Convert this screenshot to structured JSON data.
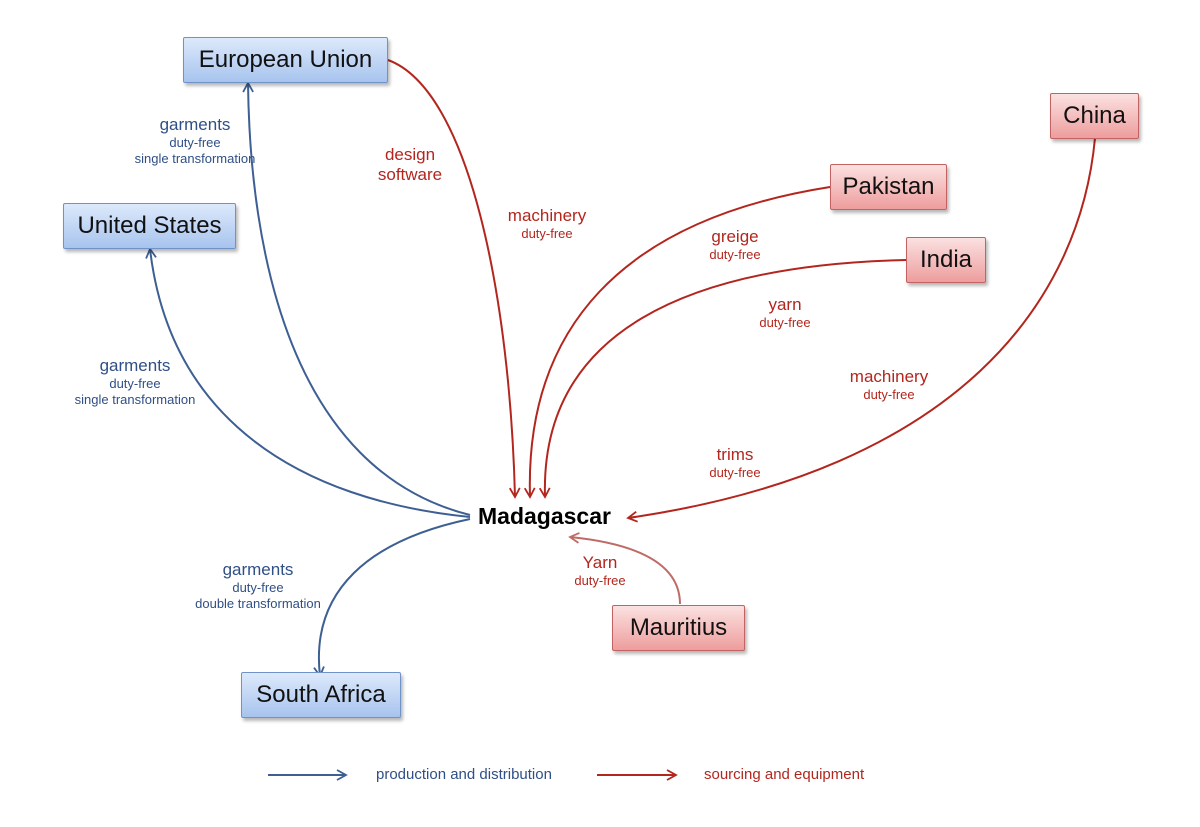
{
  "hub": "Madagascar",
  "destinations": {
    "eu": "European Union",
    "us": "United States",
    "za": "South Africa"
  },
  "sources": {
    "china": "China",
    "pakistan": "Pakistan",
    "india": "India",
    "mauritius": "Mauritius"
  },
  "flows": {
    "to_eu": {
      "product": "garments",
      "terms": "duty-free",
      "rule": "single transformation"
    },
    "to_us": {
      "product": "garments",
      "terms": "duty-free",
      "rule": "single transformation"
    },
    "to_za": {
      "product": "garments",
      "terms": "duty-free",
      "rule": "double transformation"
    },
    "from_eu_design": {
      "product": "design",
      "product2": "software"
    },
    "from_eu_machinery": {
      "product": "machinery",
      "terms": "duty-free"
    },
    "from_pakistan": {
      "product": "greige",
      "terms": "duty-free"
    },
    "from_india": {
      "product": "yarn",
      "terms": "duty-free"
    },
    "from_china_machinery": {
      "product": "machinery",
      "terms": "duty-free"
    },
    "from_china_trims": {
      "product": "trims",
      "terms": "duty-free"
    },
    "from_mauritius": {
      "product": "Yarn",
      "terms": "duty-free"
    }
  },
  "legend": {
    "blue": "production and distribution",
    "red": "sourcing and equipment"
  },
  "colors": {
    "blue": "#3d5f93",
    "red": "#b3261e",
    "mauritius_arrow": "#bf6b66"
  }
}
